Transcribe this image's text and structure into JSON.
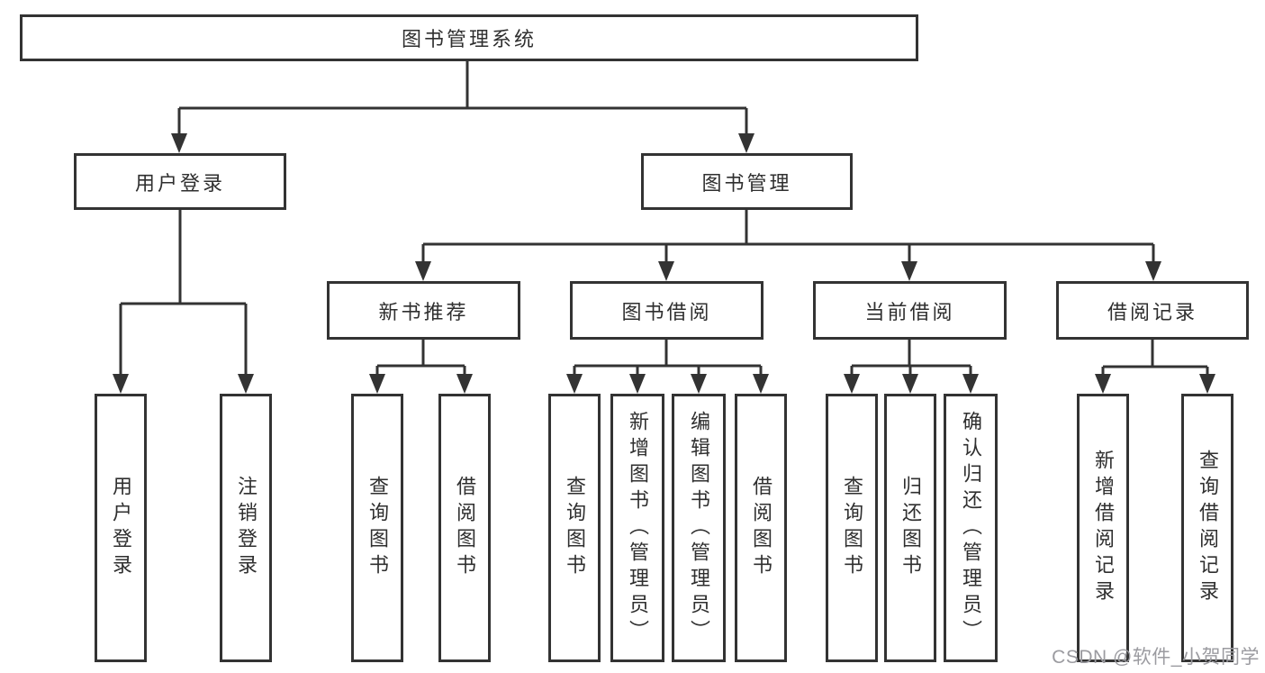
{
  "diagram_type": "org-tree",
  "tree": {
    "root": {
      "label": "图书管理系统",
      "children": [
        {
          "label": "用户登录",
          "children": [
            {
              "label": "用户登录"
            },
            {
              "label": "注销登录"
            }
          ]
        },
        {
          "label": "图书管理",
          "children": [
            {
              "label": "新书推荐",
              "children": [
                {
                  "label": "查询图书"
                },
                {
                  "label": "借阅图书"
                }
              ]
            },
            {
              "label": "图书借阅",
              "children": [
                {
                  "label": "查询图书"
                },
                {
                  "label": "新增图书（管理员）"
                },
                {
                  "label": "编辑图书（管理员）"
                },
                {
                  "label": "借阅图书"
                }
              ]
            },
            {
              "label": "当前借阅",
              "children": [
                {
                  "label": "查询图书"
                },
                {
                  "label": "归还图书"
                },
                {
                  "label": "确认归还（管理员）"
                }
              ]
            },
            {
              "label": "借阅记录",
              "children": [
                {
                  "label": "新增借阅记录"
                },
                {
                  "label": "查询借阅记录"
                }
              ]
            }
          ]
        }
      ]
    }
  },
  "watermark": {
    "text": "CSDN @软件_小贺同学"
  },
  "colors": {
    "line": "#333333",
    "border": "#333333",
    "text": "#2f2f2f",
    "watermark": "#9b9ba0",
    "background": "#ffffff"
  }
}
